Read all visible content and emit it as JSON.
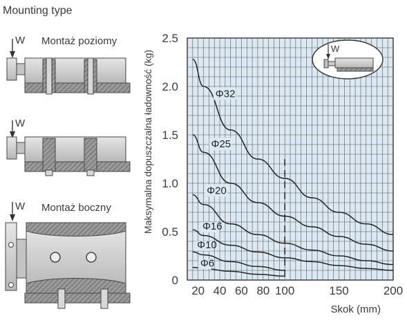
{
  "header": {
    "mounting_type": "Mounting type",
    "horizontal_label": "Montaż poziomy",
    "side_label": "Montaż boczny",
    "load_symbol": "W"
  },
  "colors": {
    "plot_bg": "#dce9f2",
    "grid": "#555555",
    "curve": "#222222",
    "part_light": "#cfcfcf",
    "part_dark": "#8a8a8a"
  },
  "chart_data": {
    "type": "line",
    "xlabel": "Skok (mm)",
    "ylabel": "Maksymalna dopuszczalna ładowność (kg)",
    "xlim": [
      10,
      200
    ],
    "ylim": [
      0,
      2.5
    ],
    "x_ticks": [
      "20",
      "40",
      "60",
      "80",
      "100",
      "150",
      "200"
    ],
    "y_ticks": [
      "0",
      "0.5",
      "1.0",
      "1.5",
      "2.0",
      "2.5"
    ],
    "grid": true,
    "series": [
      {
        "name": "Φ32",
        "x": [
          15,
          25,
          50,
          75,
          100,
          125,
          150,
          175,
          200
        ],
        "y": [
          2.28,
          2.0,
          1.55,
          1.25,
          1.05,
          0.85,
          0.7,
          0.58,
          0.47
        ]
      },
      {
        "name": "Φ25",
        "x": [
          15,
          25,
          50,
          75,
          100,
          125,
          150,
          175,
          200
        ],
        "y": [
          1.5,
          1.32,
          1.0,
          0.8,
          0.66,
          0.55,
          0.45,
          0.37,
          0.3
        ]
      },
      {
        "name": "Φ20",
        "x": [
          15,
          25,
          50,
          75,
          100,
          125,
          150,
          175,
          200
        ],
        "y": [
          0.88,
          0.78,
          0.58,
          0.47,
          0.38,
          0.31,
          0.25,
          0.2,
          0.16
        ]
      },
      {
        "name": "Φ16",
        "x": [
          15,
          25,
          50,
          75,
          100,
          125,
          150,
          175,
          200
        ],
        "y": [
          0.52,
          0.46,
          0.36,
          0.29,
          0.23,
          0.19,
          0.15,
          0.12,
          0.1
        ]
      },
      {
        "name": "Φ10",
        "x": [
          15,
          25,
          50,
          75,
          100
        ],
        "y": [
          0.29,
          0.26,
          0.19,
          0.14,
          0.1
        ]
      },
      {
        "name": "Φ6",
        "x": [
          15,
          25,
          50,
          75,
          100
        ],
        "y": [
          0.13,
          0.12,
          0.09,
          0.06,
          0.04
        ]
      }
    ],
    "series_labels": [
      "Φ32",
      "Φ25",
      "Φ20",
      "Φ16",
      "Φ10",
      "Φ6"
    ]
  }
}
